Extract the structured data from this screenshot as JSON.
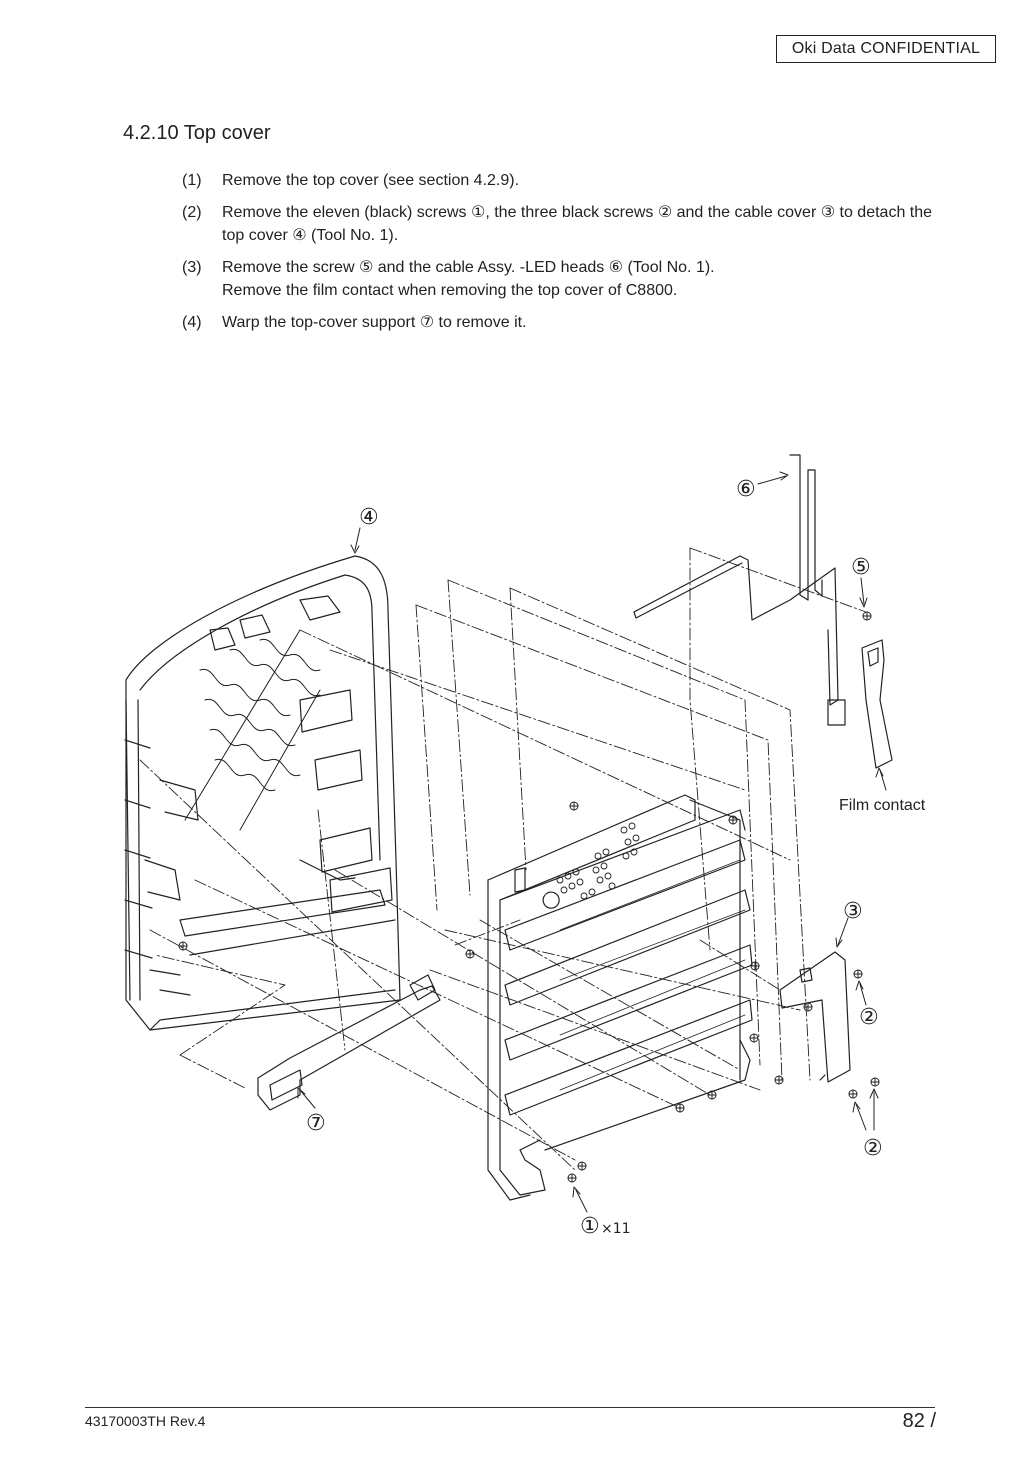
{
  "header": {
    "confidential": "Oki  Data  CONFIDENTIAL"
  },
  "section": {
    "title": "4.2.10  Top cover"
  },
  "steps": [
    {
      "num": "(1)",
      "text": "Remove the top cover (see section 4.2.9)."
    },
    {
      "num": "(2)",
      "text": "Remove the eleven (black) screws ①, the three black screws ② and the cable cover ③ to detach the top cover ④ (Tool No. 1)."
    },
    {
      "num": "(3)",
      "text": "Remove the screw ⑤ and the cable Assy. -LED heads ⑥ (Tool No. 1).",
      "text2": "Remove the film contact when removing the top cover of C8800."
    },
    {
      "num": "(4)",
      "text": "Warp the top-cover support ⑦ to remove it."
    }
  ],
  "diagram": {
    "callouts": {
      "c1": "①",
      "c1_qty": "×11",
      "c2a": "②",
      "c2b": "②",
      "c3": "③",
      "c4": "④",
      "c5": "⑤",
      "c6": "⑥",
      "c7": "⑦"
    },
    "film_contact_label": "Film contact"
  },
  "footer": {
    "doc_id": "43170003TH  Rev.4",
    "page": "82 /"
  }
}
